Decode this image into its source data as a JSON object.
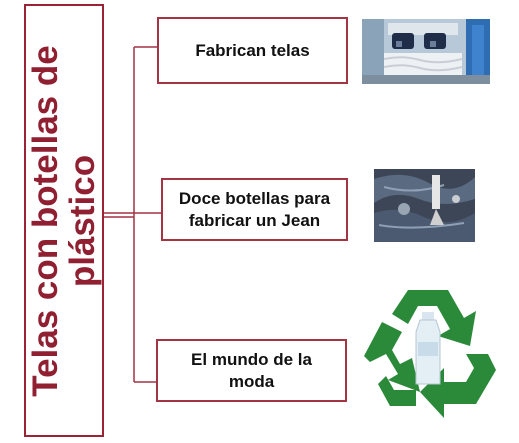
{
  "main_title": {
    "line1": "Telas con botellas de",
    "line2": "plástico"
  },
  "nodes": [
    {
      "text": "Fabrican telas"
    },
    {
      "line1": "Doce botellas para",
      "line2": "fabricar un Jean"
    },
    {
      "line1": "El mundo de la",
      "line2": "moda"
    }
  ],
  "colors": {
    "border": "#9b2335",
    "title_text": "#8f1f31",
    "recycle_green": "#2a8a3a"
  },
  "icons": [
    "textile-machine-photo",
    "jeans-photo",
    "recycle-icon"
  ]
}
